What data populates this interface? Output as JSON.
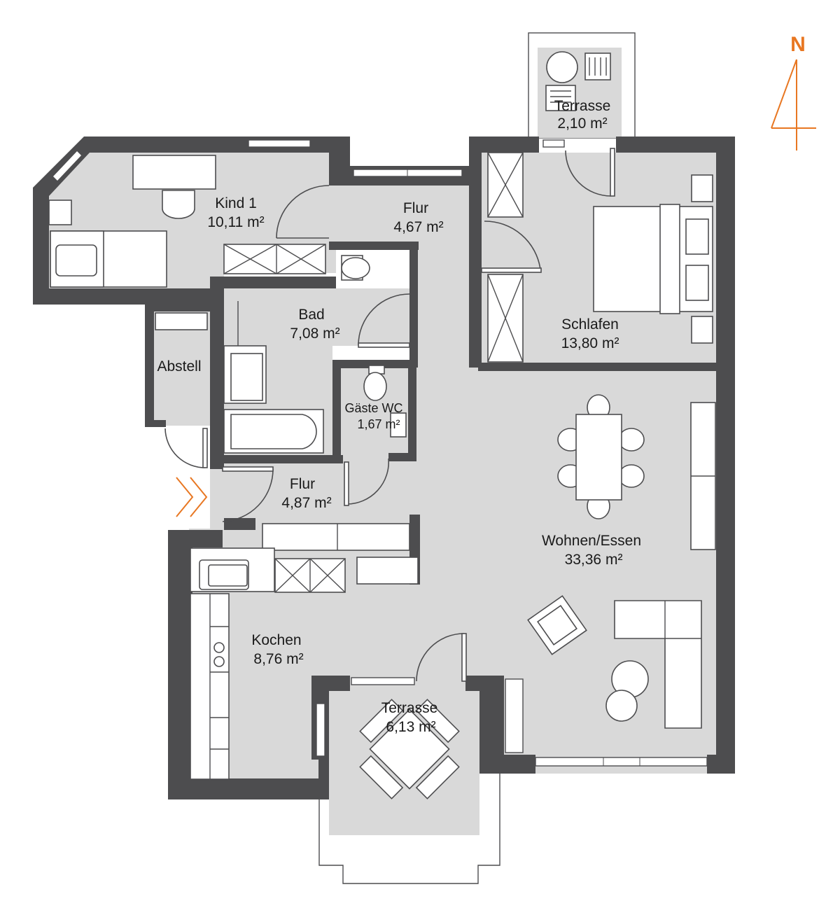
{
  "plan": {
    "rooms": [
      {
        "name": "Terrasse",
        "area": "2,10 m²"
      },
      {
        "name": "Kind 1",
        "area": "10,11 m²"
      },
      {
        "name": "Flur",
        "area": "4,67 m²"
      },
      {
        "name": "Schlafen",
        "area": "13,80 m²"
      },
      {
        "name": "Bad",
        "area": "7,08 m²"
      },
      {
        "name": "Abstell",
        "area": ""
      },
      {
        "name": "Gäste WC",
        "area": "1,67 m²"
      },
      {
        "name": "Flur",
        "area": "4,87 m²"
      },
      {
        "name": "Wohnen/Essen",
        "area": "33,36 m²"
      },
      {
        "name": "Kochen",
        "area": "8,76 m²"
      },
      {
        "name": "Terrasse",
        "area": "6,13 m²"
      }
    ],
    "north_label": "N",
    "colors": {
      "wall": "#4d4d4f",
      "floor": "#d9d9d9",
      "accent": "#e87722"
    }
  }
}
